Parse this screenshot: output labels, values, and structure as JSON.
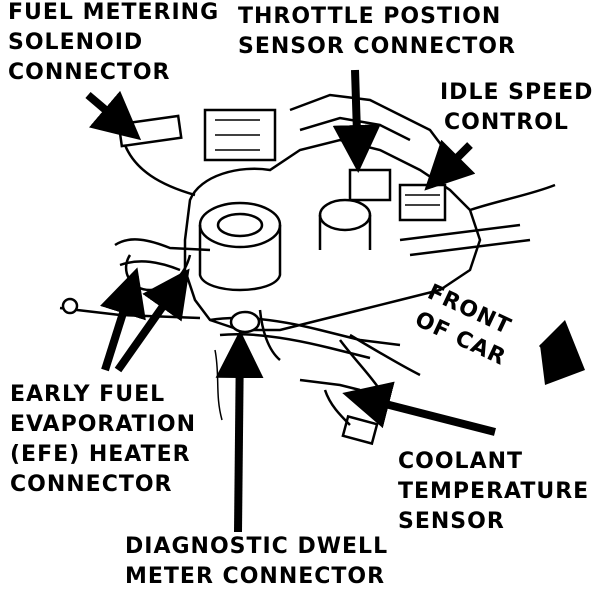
{
  "labels": {
    "fuel_metering": [
      "FUEL METERING",
      "SOLENOID",
      "CONNECTOR"
    ],
    "throttle_position": [
      "THROTTLE POSTION",
      "SENSOR CONNECTOR"
    ],
    "idle_speed": [
      "IDLE SPEED",
      "CONTROL"
    ],
    "front_of_car": [
      "FRONT",
      "OF CAR"
    ],
    "efe_heater": [
      "EARLY FUEL",
      "EVAPORATION",
      "(EFE) HEATER",
      "CONNECTOR"
    ],
    "coolant_sensor": [
      "COOLANT",
      "TEMPERATURE",
      "SENSOR"
    ],
    "dwell_meter": [
      "DIAGNOSTIC DWELL",
      "METER CONNECTOR"
    ]
  },
  "colors": {
    "ink": "#000000",
    "paper": "#ffffff"
  }
}
